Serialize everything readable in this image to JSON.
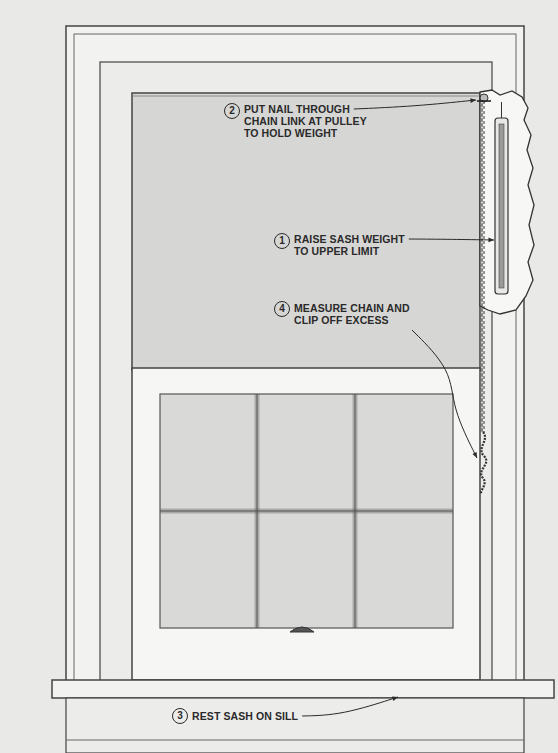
{
  "diagram": {
    "labels": [
      "2",
      "PUT NAIL THROUGH CHAIN LINK AT PULLEY TO HOLD WEIGHT",
      "1",
      "RAISE SASH WEIGHT TO UPPER LIMIT",
      "4",
      "MEASURE CHAIN AND CLIP OFF EXCESS",
      "3",
      "REST SASH ON SILL"
    ]
  }
}
